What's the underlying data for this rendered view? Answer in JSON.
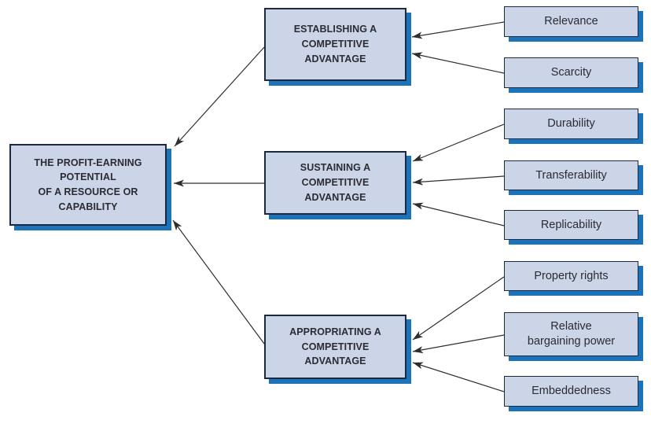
{
  "colors": {
    "background": "#ffffff",
    "box_fill": "#ccd4e8",
    "box_border": "#1b2a41",
    "shadow_blue": "#1b74ba",
    "arrow": "#2e2e2e",
    "text": "#2b2b33"
  },
  "diagram": {
    "root": {
      "label": "THE PROFIT-EARNING\nPOTENTIAL\nOF A RESOURCE OR\nCAPABILITY"
    },
    "stages": [
      {
        "label": "ESTABLISHING A\nCOMPETITIVE\nADVANTAGE",
        "factors": [
          "Relevance",
          "Scarcity"
        ]
      },
      {
        "label": "SUSTAINING A\nCOMPETITIVE\nADVANTAGE",
        "factors": [
          "Durability",
          "Transferability",
          "Replicability"
        ]
      },
      {
        "label": "APPROPRIATING A\nCOMPETITIVE\nADVANTAGE",
        "factors": [
          "Property rights",
          "Relative\nbargaining power",
          "Embeddedness"
        ]
      }
    ]
  }
}
